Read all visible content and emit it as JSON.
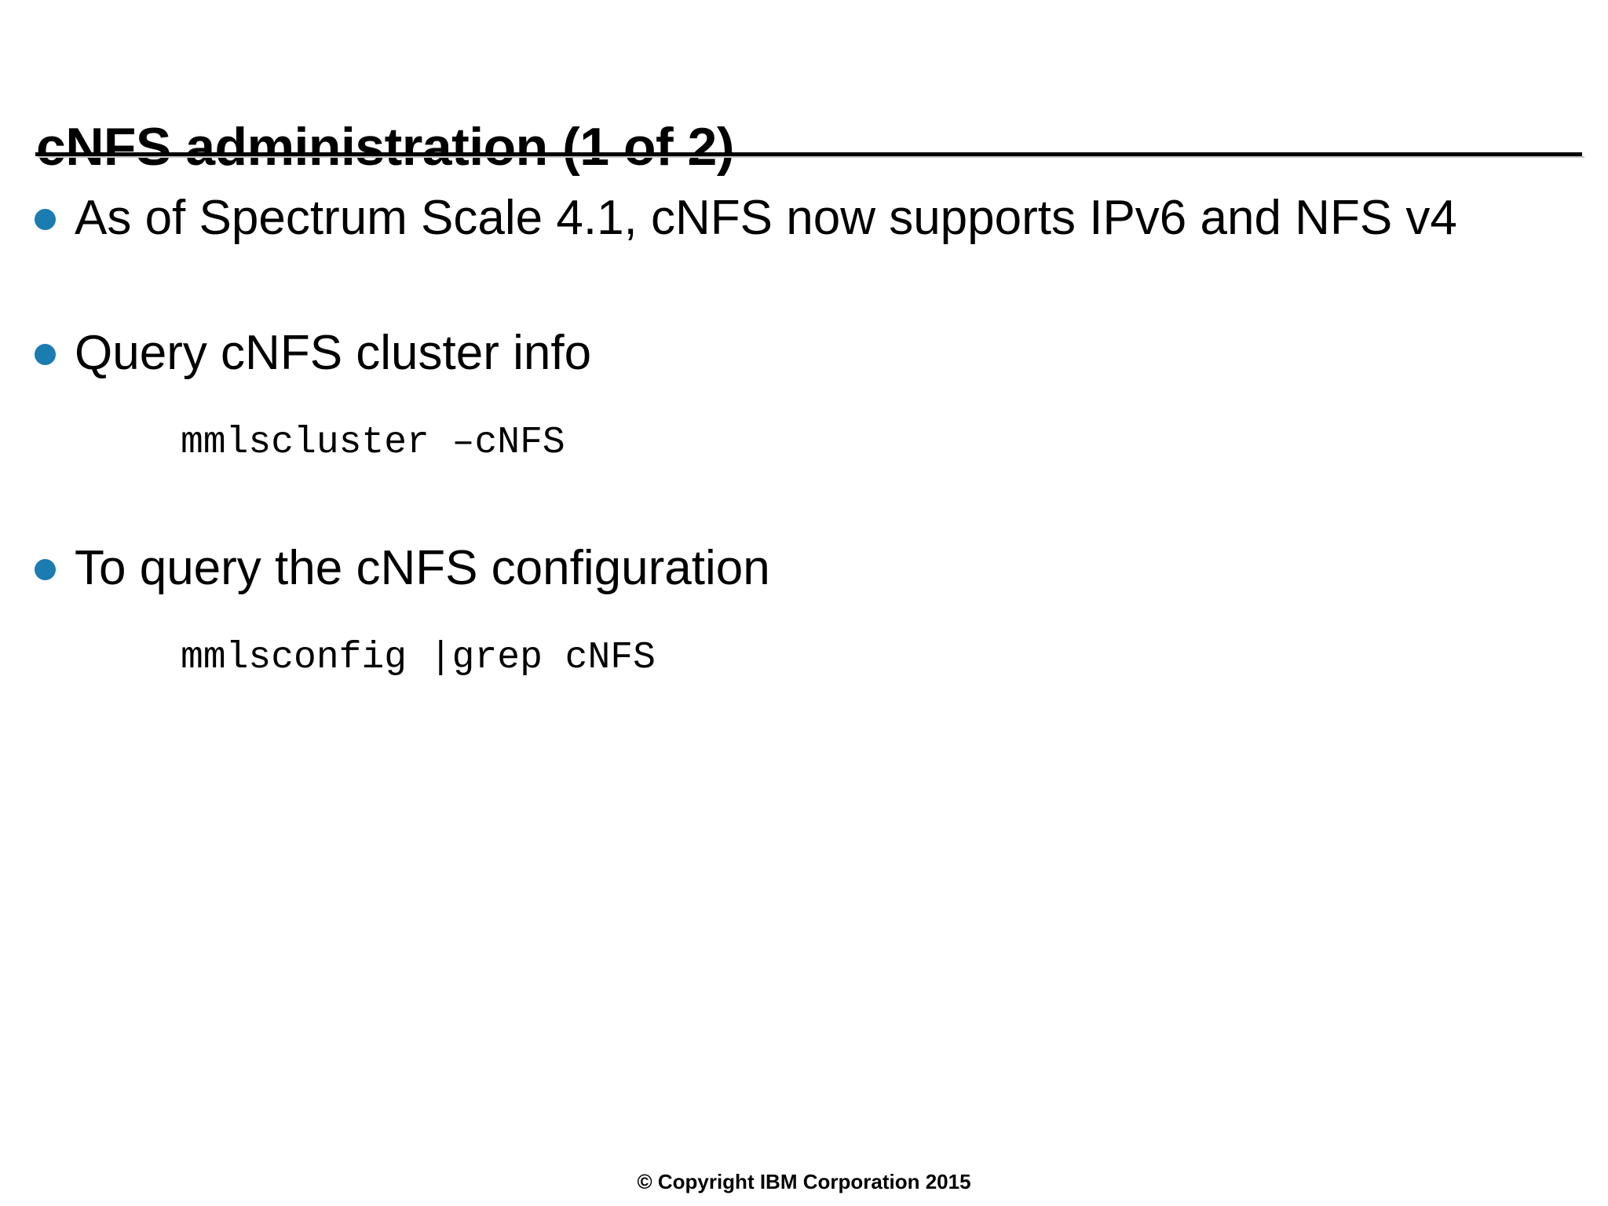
{
  "slide": {
    "title": "cNFS administration (1 of 2)",
    "accent_color": "#1a7cb0",
    "text_color": "#000000",
    "background_color": "#ffffff",
    "blocks": [
      {
        "kind": "bullet",
        "bullet_glyph": "bullet-dot",
        "text": "As of Spectrum Scale 4.1, cNFS now supports IPv6 and NFS v4"
      },
      {
        "kind": "bullet",
        "bullet_glyph": "bullet-dot",
        "text": "Query cNFS cluster info"
      },
      {
        "kind": "code",
        "text": "mmlscluster –cNFS"
      },
      {
        "kind": "bullet",
        "bullet_glyph": "bullet-dot",
        "text": "To query the cNFS configuration"
      },
      {
        "kind": "code",
        "text": "mmlsconfig |grep cNFS"
      }
    ]
  },
  "footer": {
    "copyright": "© Copyright IBM Corporation 2015"
  }
}
